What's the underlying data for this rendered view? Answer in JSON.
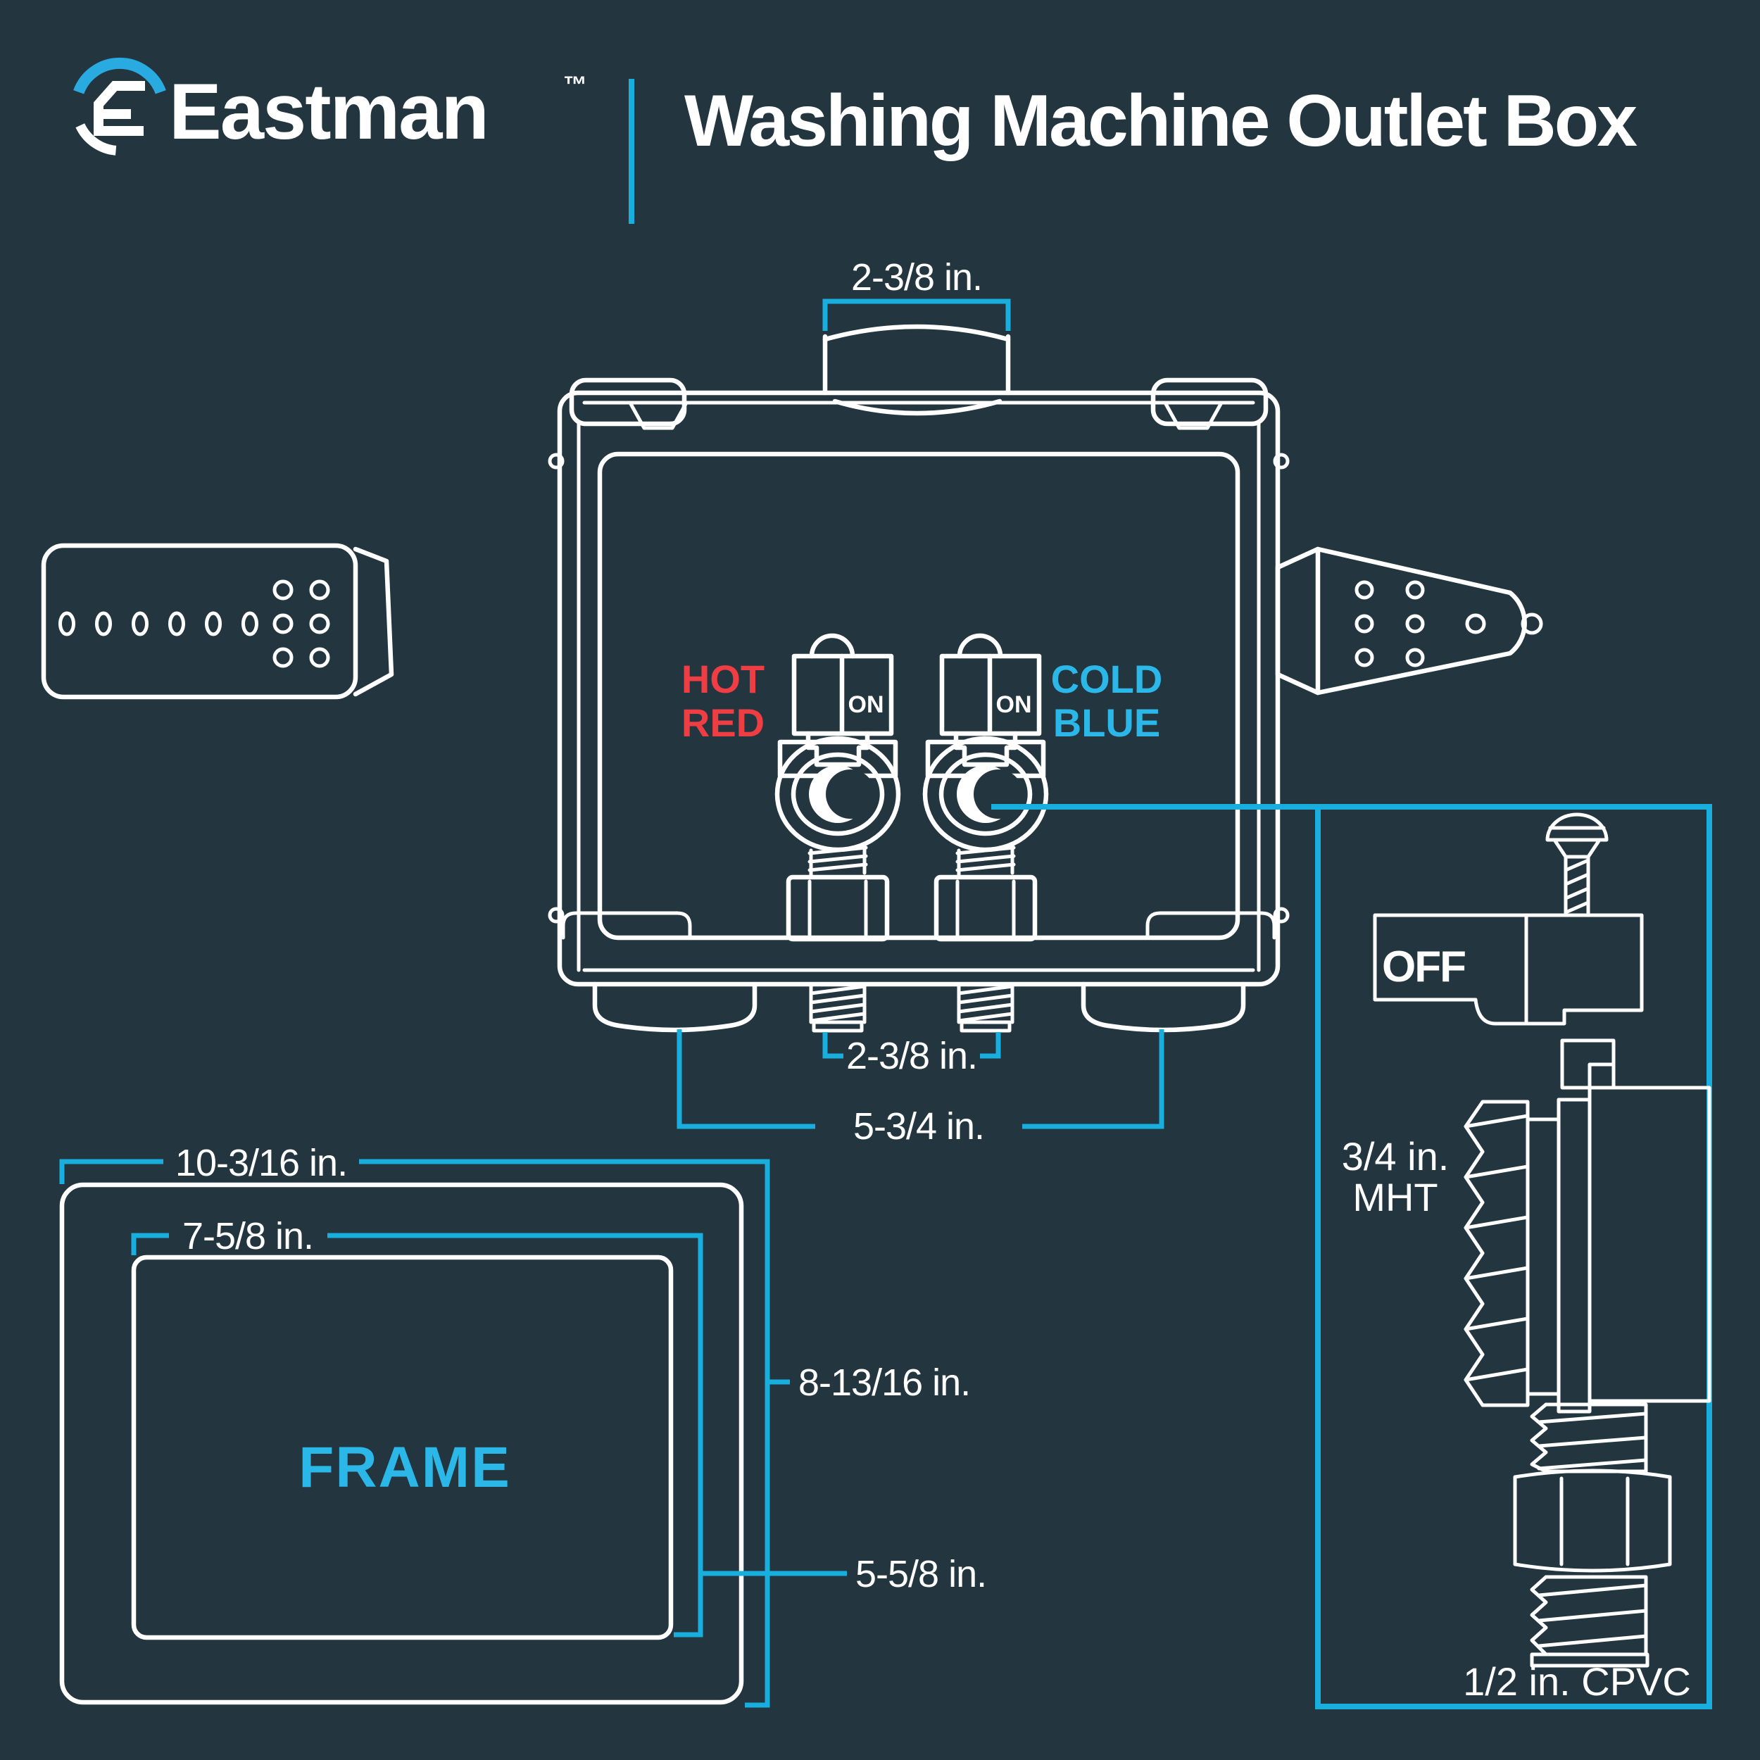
{
  "header": {
    "logo_icon": "eastman-logo",
    "brand": "Eastman",
    "trademark": "™",
    "title": "Washing Machine Outlet Box"
  },
  "outlet_box": {
    "top_knockout_dim": "2-3/8 in.",
    "hot_line1": "HOT",
    "hot_line2": "RED",
    "cold_line1": "COLD",
    "cold_line2": "BLUE",
    "valve_on": "ON",
    "nipple_spacing_dim": "2-3/8 in.",
    "knockout_spacing_dim": "5-3/4 in."
  },
  "frame": {
    "label": "FRAME",
    "outer_width_dim": "10-3/16 in.",
    "inner_width_dim": "7-5/8 in.",
    "outer_height_dim": "8-13/16 in.",
    "inner_height_dim": "5-5/8 in."
  },
  "detail": {
    "valve_off": "OFF",
    "mht_line1": "3/4 in.",
    "mht_line2": "MHT",
    "cpvc_label": "1/2 in. CPVC"
  },
  "colors": {
    "background": "#233640",
    "accent_cyan": "#18aede",
    "text_cyan": "#2bb8e8",
    "hot_red": "#ee3d43",
    "line_white": "#ffffff"
  }
}
